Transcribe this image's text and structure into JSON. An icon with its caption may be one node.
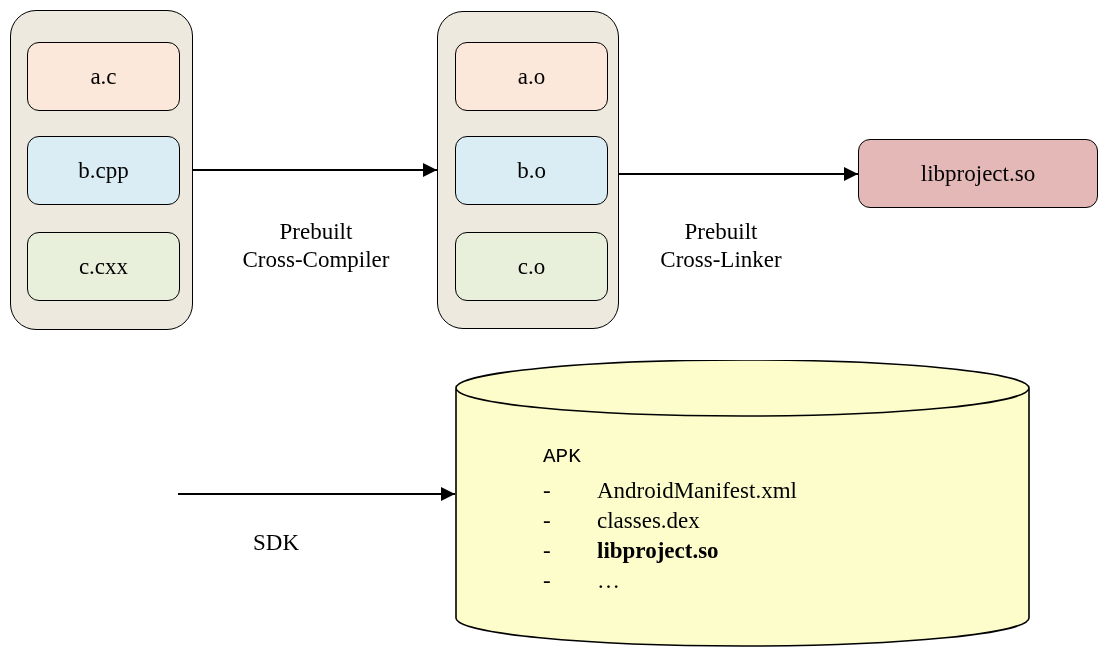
{
  "diagram": {
    "nodes": [
      {
        "text": [],
        "shape": "box"
      },
      {
        "text": [
          "a.c"
        ],
        "in": 0
      },
      {
        "text": [
          "b.cpp"
        ],
        "in": 0
      },
      {
        "text": [
          "c.cxx"
        ],
        "in": 0
      },
      {
        "text": [],
        "shape": "box"
      },
      {
        "text": [
          "a.o"
        ],
        "in": 4
      },
      {
        "text": [
          "b.o"
        ],
        "in": 4
      },
      {
        "text": [
          "c.o"
        ],
        "in": 4
      },
      {
        "text": [
          "libproject.so"
        ]
      },
      {
        "text": [
          "APK",
          "-",
          "AndroidManifest.xml",
          "-",
          "classes.dex",
          "-",
          "**libproject.so**",
          "-",
          "…"
        ]
      }
    ],
    "edges": [
      {
        "from": 0,
        "to": 4,
        "arrow": "to",
        "label": "Prebuilt Cross-Compiler"
      },
      {
        "from": 4,
        "to": 8,
        "arrow": "to",
        "label": "Prebuilt Cross-Linker"
      },
      {
        "from": null,
        "to": 9,
        "arrow": "to",
        "label": "SDK"
      }
    ]
  }
}
